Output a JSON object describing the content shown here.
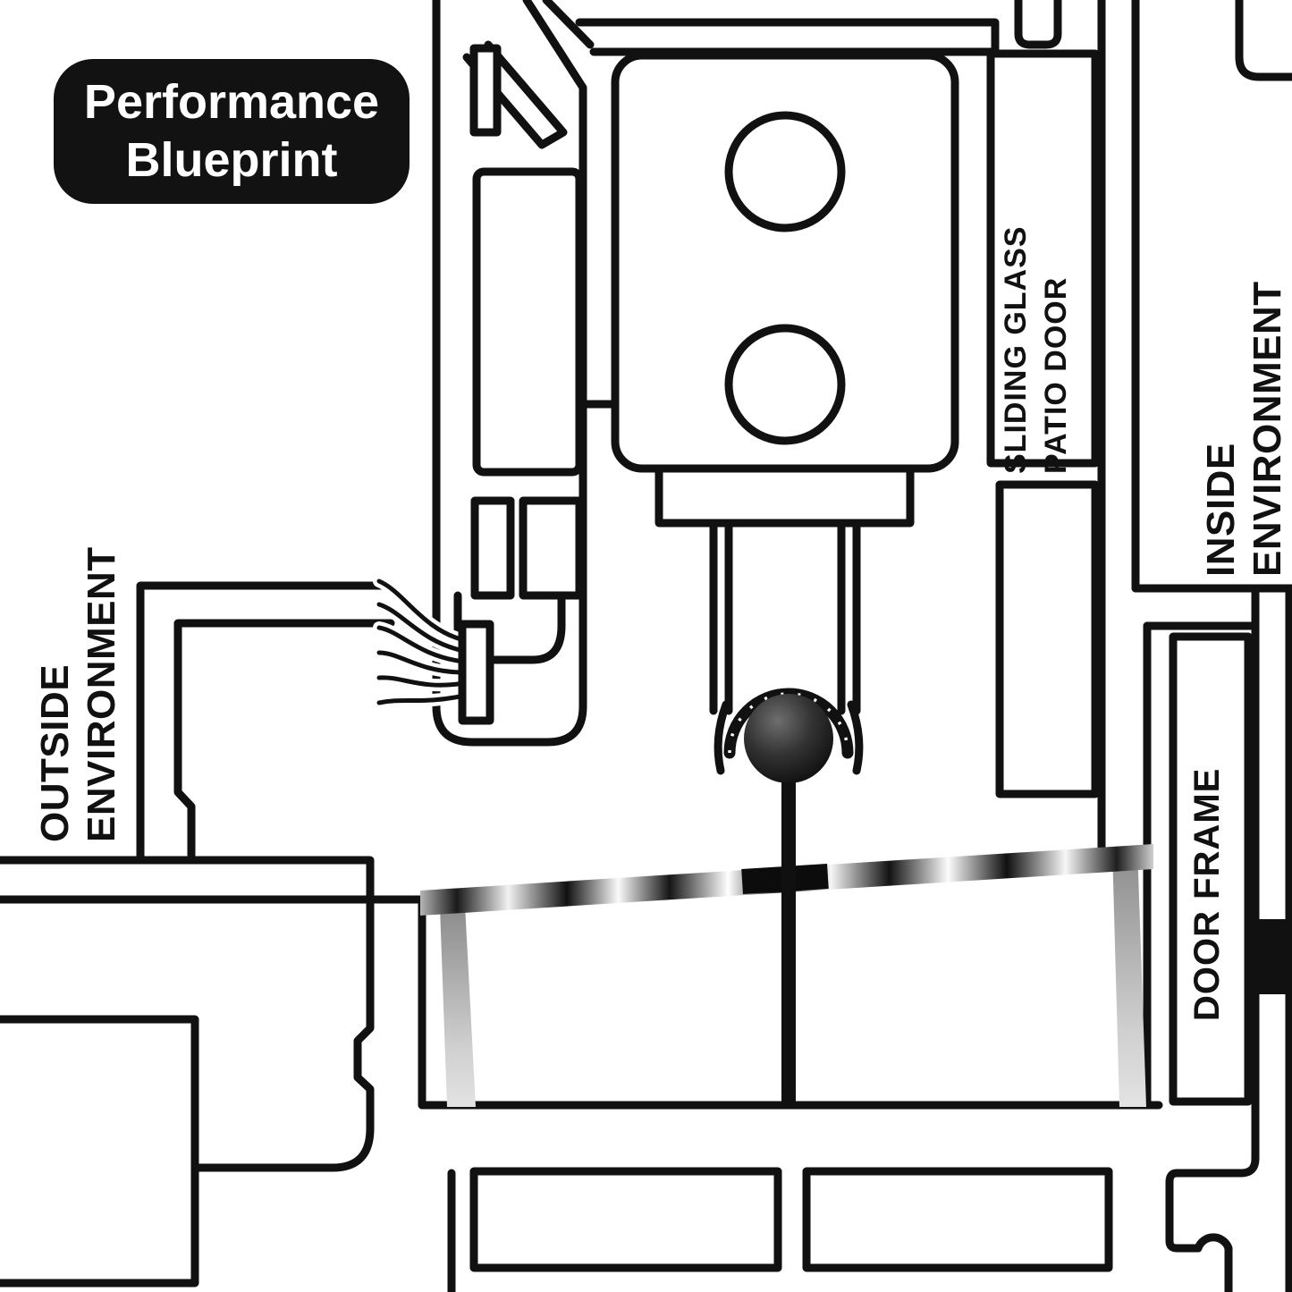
{
  "badge": {
    "line1": "Performance",
    "line2": "Blueprint"
  },
  "labels": {
    "sliding_door": {
      "line1": "SLIDING GLASS",
      "line2": "PATIO DOOR"
    },
    "inside_env": {
      "line1": "INSIDE",
      "line2": "ENVIRONMENT"
    },
    "outside_env": {
      "line1": "OUTSIDE",
      "line2": "ENVIRONMENT"
    },
    "door_frame": {
      "line1": "DOOR FRAME"
    }
  },
  "colors": {
    "line": "#111111",
    "badge_bg": "#121212",
    "badge_text": "#ffffff",
    "background": "#ffffff",
    "roller_dark": "#0a0a0a",
    "track_gray": "#b5b5b5"
  },
  "diagram_title": "Performance Blueprint",
  "component_names": [
    "sliding-glass-patio-door-panel",
    "roller-wheel",
    "roller-shroud",
    "roller-stem",
    "metal-track",
    "sill-extrusion",
    "door-frame-jamb",
    "outside-trim",
    "weatherstrip-brush"
  ]
}
